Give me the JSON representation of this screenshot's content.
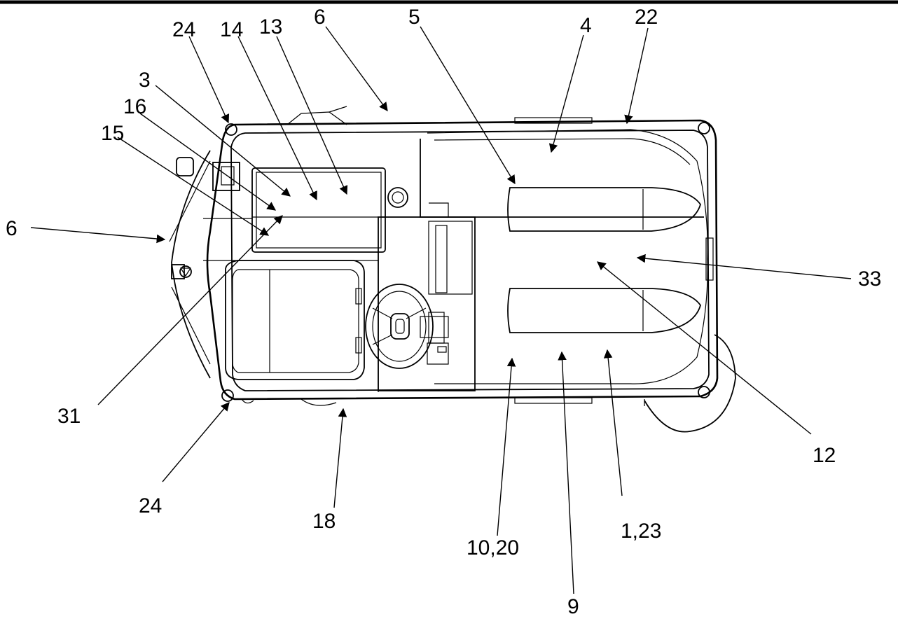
{
  "diagram": {
    "callouts": [
      {
        "id": "c24a",
        "text": "24"
      },
      {
        "id": "c14",
        "text": "14"
      },
      {
        "id": "c13",
        "text": "13"
      },
      {
        "id": "c6a",
        "text": "6"
      },
      {
        "id": "c5",
        "text": "5"
      },
      {
        "id": "c4",
        "text": "4"
      },
      {
        "id": "c22",
        "text": "22"
      },
      {
        "id": "c3",
        "text": "3"
      },
      {
        "id": "c16",
        "text": "16"
      },
      {
        "id": "c15",
        "text": "15"
      },
      {
        "id": "c6b",
        "text": "6"
      },
      {
        "id": "c33",
        "text": "33"
      },
      {
        "id": "c31",
        "text": "31"
      },
      {
        "id": "c12",
        "text": "12"
      },
      {
        "id": "c24b",
        "text": "24"
      },
      {
        "id": "c18",
        "text": "18"
      },
      {
        "id": "c1023",
        "text": "1,23"
      },
      {
        "id": "c1020",
        "text": "10,20"
      },
      {
        "id": "c9",
        "text": "9"
      }
    ]
  }
}
